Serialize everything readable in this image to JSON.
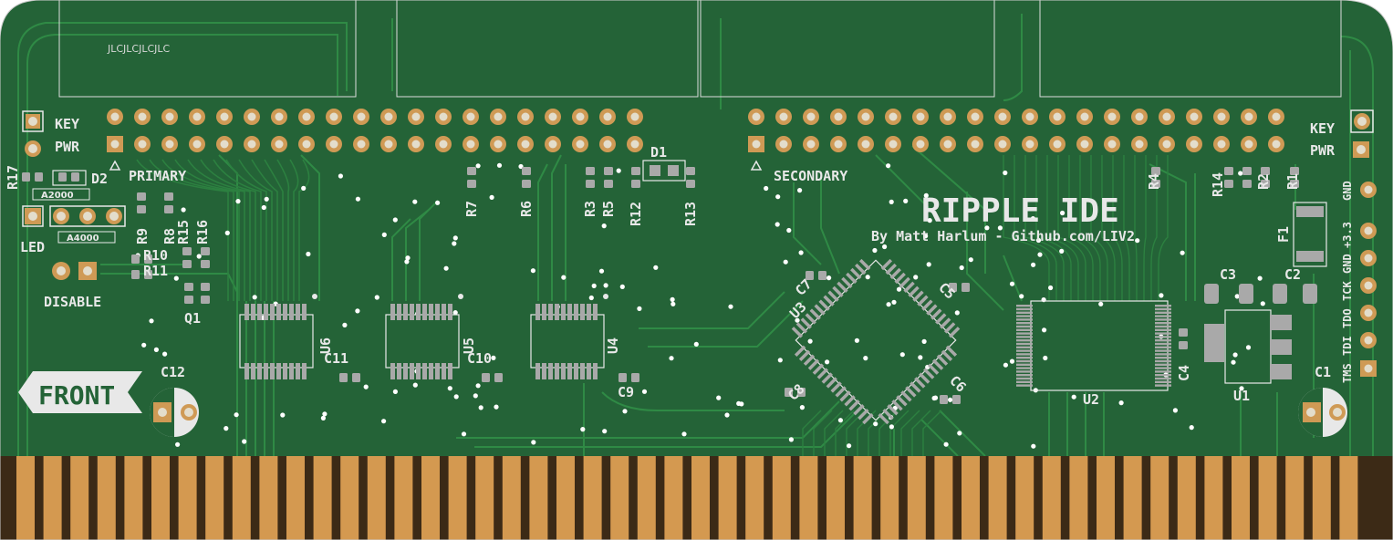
{
  "board": {
    "title": "RIPPLE IDE",
    "credit": "By Matt Harlum - Github.com/LIV2",
    "fab_text": "JLCJLCJLCJLC",
    "front_tag": "FRONT",
    "colors": {
      "mask": "#246337",
      "mask_dark": "#1c5a2e",
      "trace": "#2f8a45",
      "trace_dark": "#1e6a34",
      "pad": "#cf9a55",
      "pad_hole": "#e3ddcc",
      "silk": "#e8e8e8",
      "gold": "#d49950",
      "edge_dark": "#3c2a16"
    }
  },
  "headers": {
    "primary_label": "PRIMARY",
    "secondary_label": "SECONDARY",
    "pins_per_row": 20
  },
  "left_labels": {
    "key": "KEY",
    "pwr": "PWR",
    "led": "LED",
    "disable": "DISABLE",
    "a2000": "A2000",
    "a4000": "A4000"
  },
  "right_labels": {
    "key": "KEY",
    "pwr": "PWR",
    "jtag": [
      "GND",
      "+3.3",
      "GND",
      "TCK",
      "TDO",
      "TDI",
      "TMS"
    ]
  },
  "refdes": {
    "r17": "R17",
    "d2": "D2",
    "r9": "R9",
    "r8": "R8",
    "r15": "R15",
    "r16": "R16",
    "r10": "R10",
    "r11": "R11",
    "q1": "Q1",
    "c12": "C12",
    "u6": "U6",
    "c11": "C11",
    "r7": "R7",
    "u5": "U5",
    "c10": "C10",
    "r6": "R6",
    "r3": "R3",
    "r5": "R5",
    "u4": "U4",
    "c9": "C9",
    "d1": "D1",
    "r12": "R12",
    "r13": "R13",
    "u3": "U3",
    "c5": "C5",
    "c6": "C6",
    "c7": "C7",
    "c8": "C8",
    "u2": "U2",
    "c4": "C4",
    "r4": "R4",
    "r14": "R14",
    "r2": "R2",
    "r1": "R1",
    "f1": "F1",
    "c3": "C3",
    "c2": "C2",
    "u1": "U1",
    "c1": "C1"
  },
  "edge_connector": {
    "finger_count": 50
  }
}
